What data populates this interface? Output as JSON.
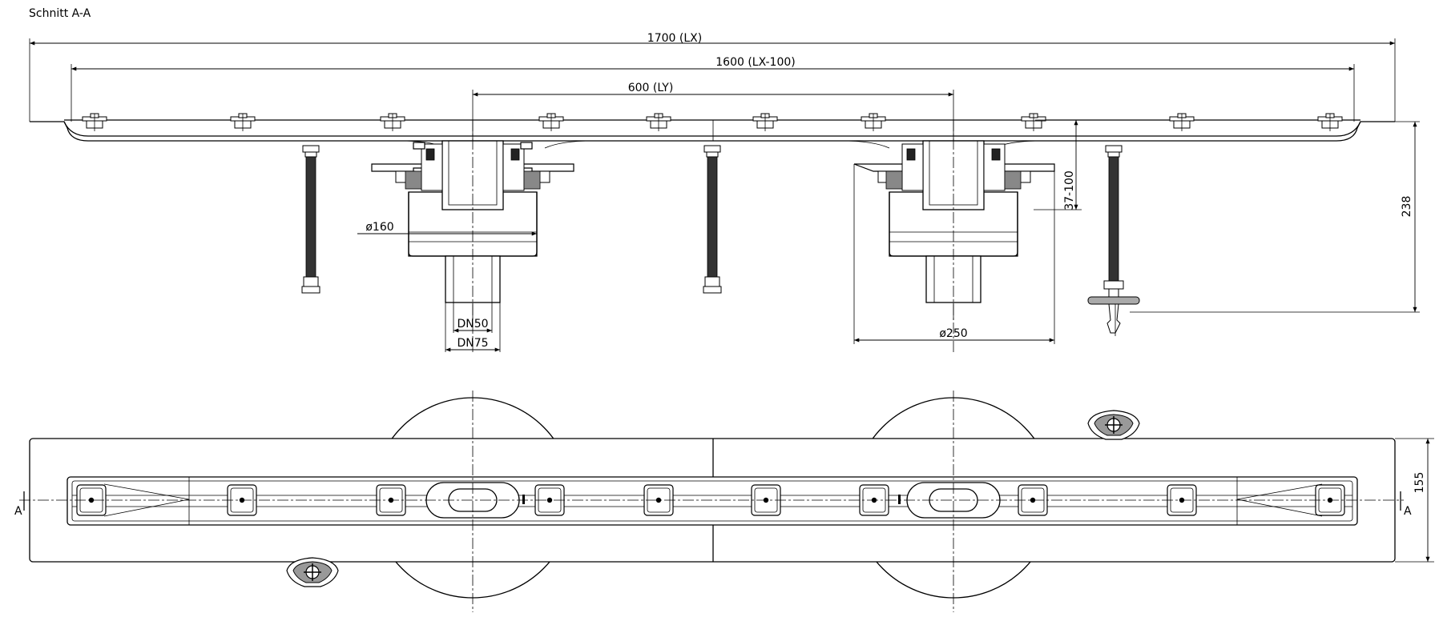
{
  "title": "Schnitt A-A",
  "dimensions": {
    "overall_length": "1700 (LX)",
    "inner_length": "1600 (LX-100)",
    "drain_spacing": "600 (LY)",
    "height_range": "37-100",
    "total_height": "238",
    "width": "155",
    "pipe_inner": "DN50",
    "pipe_outer": "DN75",
    "flange_small": "ø160",
    "flange_large": "ø250"
  },
  "section_marks": {
    "left": "A",
    "right": "A"
  }
}
